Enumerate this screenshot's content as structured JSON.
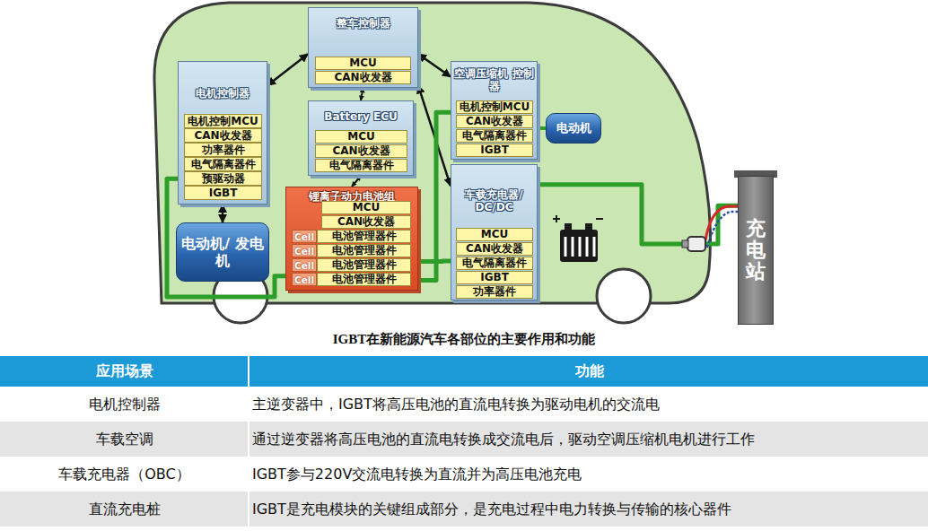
{
  "diagram": {
    "title": "IGBT在新能源汽车各部位的主要作用和功能",
    "nodes": [
      {
        "text": [
          "整车控制器"
        ]
      },
      {
        "text": [
          "MCU"
        ],
        "in": 0
      },
      {
        "text": [
          "CAN收发器"
        ],
        "in": 0
      },
      {
        "text": [
          "电机控制器"
        ]
      },
      {
        "text": [
          "电机控制MCU"
        ],
        "in": 3
      },
      {
        "text": [
          "CAN收发器"
        ],
        "in": 3
      },
      {
        "text": [
          "功率器件"
        ],
        "in": 3
      },
      {
        "text": [
          "电气隔离器件"
        ],
        "in": 3
      },
      {
        "text": [
          "预驱动器"
        ],
        "in": 3
      },
      {
        "text": [
          "IGBT"
        ],
        "in": 3
      },
      {
        "text": [
          "Battery ECU"
        ]
      },
      {
        "text": [
          "MCU"
        ],
        "in": 10
      },
      {
        "text": [
          "CAN收发器"
        ],
        "in": 10
      },
      {
        "text": [
          "电气隔离器件"
        ],
        "in": 10
      },
      {
        "text": [
          "锂离子动力电池组"
        ]
      },
      {
        "text": [
          "MCU"
        ],
        "in": 14
      },
      {
        "text": [
          "CAN收发器"
        ],
        "in": 14
      },
      {
        "text": [
          "Cell"
        ],
        "in": 14
      },
      {
        "text": [
          "电池管理器件"
        ],
        "in": 14
      },
      {
        "text": [
          "Cell"
        ],
        "in": 14
      },
      {
        "text": [
          "电池管理器件"
        ],
        "in": 14
      },
      {
        "text": [
          "Cell"
        ],
        "in": 14
      },
      {
        "text": [
          "电池管理器件"
        ],
        "in": 14
      },
      {
        "text": [
          "Cell"
        ],
        "in": 14
      },
      {
        "text": [
          "电池管理器件"
        ],
        "in": 14
      },
      {
        "text": [
          "空调压缩机 控制器"
        ]
      },
      {
        "text": [
          "电机控制MCU"
        ],
        "in": 25
      },
      {
        "text": [
          "CAN收发器"
        ],
        "in": 25
      },
      {
        "text": [
          "电气隔离器件"
        ],
        "in": 25
      },
      {
        "text": [
          "IGBT"
        ],
        "in": 25
      },
      {
        "text": [
          "电动机"
        ]
      },
      {
        "text": [
          "车载充电器/ DC/DC"
        ]
      },
      {
        "text": [
          "MCU"
        ],
        "in": 31
      },
      {
        "text": [
          "CAN收发器"
        ],
        "in": 31
      },
      {
        "text": [
          "电气隔离器件"
        ],
        "in": 31
      },
      {
        "text": [
          "IGBT"
        ],
        "in": 31
      },
      {
        "text": [
          "功率器件"
        ],
        "in": 31
      },
      {
        "text": [
          "电动机/ 发电机"
        ]
      },
      {
        "text": [
          "充电站"
        ]
      }
    ],
    "edges": [
      {
        "from": 0,
        "to": 3,
        "arrow": "both"
      },
      {
        "from": 0,
        "to": 25,
        "arrow": "both"
      },
      {
        "from": 0,
        "to": 10,
        "arrow": "both"
      },
      {
        "from": 0,
        "to": 31,
        "arrow": "both"
      },
      {
        "from": 10,
        "to": 14,
        "arrow": "both"
      },
      {
        "from": 3,
        "to": 37,
        "arrow": "both"
      },
      {
        "from": 14,
        "to": 3,
        "arrow": "none"
      },
      {
        "from": 14,
        "to": 25,
        "arrow": "none"
      },
      {
        "from": 14,
        "to": 31,
        "arrow": "none"
      },
      {
        "from": 25,
        "to": 30,
        "arrow": "none"
      },
      {
        "from": 31,
        "to": 38,
        "arrow": "none"
      }
    ],
    "labels": [
      "应用场景",
      "功能",
      "电机控制器",
      "主逆变器中，IGBT将高压电池的直流电转换为驱动电机的交流电",
      "车载空调",
      "通过逆变器将高压电池的直流电转换成交流电后，驱动空调压缩机电机进行工作",
      "车载充电器（OBC）",
      "IGBT参与220V交流电转换为直流并为高压电池充电",
      "直流充电桩",
      "IGBT是充电模块的关键组成部分，是充电过程中电力转换与传输的核心器件"
    ]
  }
}
